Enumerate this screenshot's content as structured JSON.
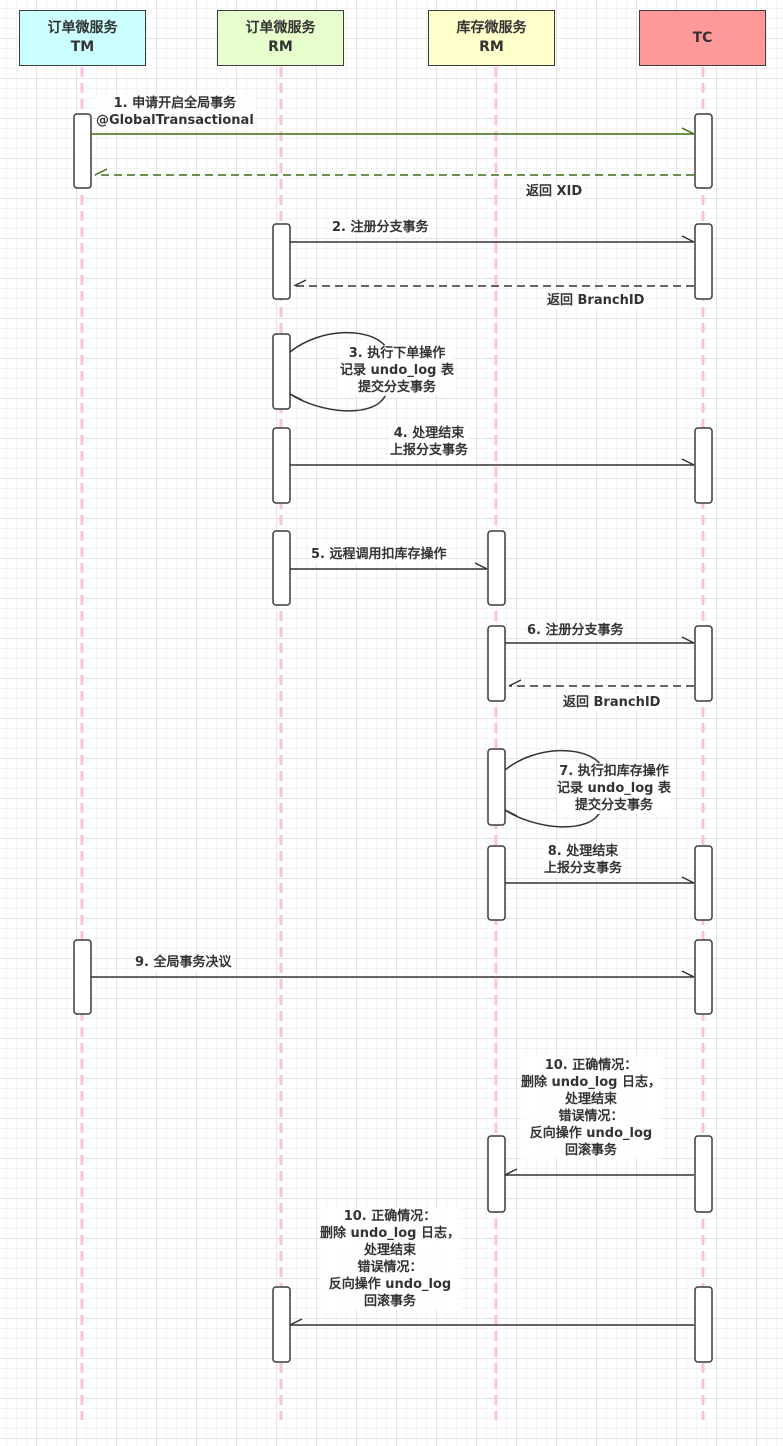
{
  "colors": {
    "tm": "#ccffff",
    "order_rm": "#e6ffcc",
    "stock_rm": "#ffffcc",
    "tc": "#ff9999",
    "lifeline": "#ffc0dd",
    "global_tx_arrow": "#3d6b14",
    "arrow": "#333333"
  },
  "participants": [
    {
      "id": "tm",
      "line1": "订单微服务",
      "line2": "TM"
    },
    {
      "id": "order_rm",
      "line1": "订单微服务",
      "line2": "RM"
    },
    {
      "id": "stock_rm",
      "line1": "库存微服务",
      "line2": "RM"
    },
    {
      "id": "tc",
      "line1": "TC",
      "line2": ""
    }
  ],
  "messages": [
    {
      "step": "1",
      "from": "tm",
      "to": "tc",
      "type": "call",
      "lines": [
        "1. 申请开启全局事务",
        "@GlobalTransactional"
      ]
    },
    {
      "step": "1r",
      "from": "tc",
      "to": "tm",
      "type": "return",
      "lines": [
        "返回 XID"
      ]
    },
    {
      "step": "2",
      "from": "order_rm",
      "to": "tc",
      "type": "call",
      "lines": [
        "2. 注册分支事务"
      ]
    },
    {
      "step": "2r",
      "from": "tc",
      "to": "order_rm",
      "type": "return",
      "lines": [
        "返回 BranchID"
      ]
    },
    {
      "step": "3",
      "from": "order_rm",
      "to": "order_rm",
      "type": "self",
      "lines": [
        "3. 执行下单操作",
        "记录 undo_log 表",
        "提交分支事务"
      ]
    },
    {
      "step": "4",
      "from": "order_rm",
      "to": "tc",
      "type": "call",
      "lines": [
        "4. 处理结束",
        "上报分支事务"
      ]
    },
    {
      "step": "5",
      "from": "order_rm",
      "to": "stock_rm",
      "type": "call",
      "lines": [
        "5. 远程调用扣库存操作"
      ]
    },
    {
      "step": "6",
      "from": "stock_rm",
      "to": "tc",
      "type": "call",
      "lines": [
        "6. 注册分支事务"
      ]
    },
    {
      "step": "6r",
      "from": "tc",
      "to": "stock_rm",
      "type": "return",
      "lines": [
        "返回 BranchID"
      ]
    },
    {
      "step": "7",
      "from": "stock_rm",
      "to": "stock_rm",
      "type": "self",
      "lines": [
        "7. 执行扣库存操作",
        "记录 undo_log 表",
        "提交分支事务"
      ]
    },
    {
      "step": "8",
      "from": "stock_rm",
      "to": "tc",
      "type": "call",
      "lines": [
        "8. 处理结束",
        "上报分支事务"
      ]
    },
    {
      "step": "9",
      "from": "tm",
      "to": "tc",
      "type": "call",
      "lines": [
        "9. 全局事务决议"
      ]
    },
    {
      "step": "10a",
      "from": "tc",
      "to": "stock_rm",
      "type": "call",
      "lines": [
        "10. 正确情况：",
        "删除 undo_log 日志，",
        "处理结束",
        "错误情况：",
        "反向操作 undo_log",
        "回滚事务"
      ]
    },
    {
      "step": "10b",
      "from": "tc",
      "to": "order_rm",
      "type": "call",
      "lines": [
        "10. 正确情况：",
        "删除 undo_log 日志，",
        "处理结束",
        "错误情况：",
        "反向操作 undo_log",
        "回滚事务"
      ]
    }
  ]
}
